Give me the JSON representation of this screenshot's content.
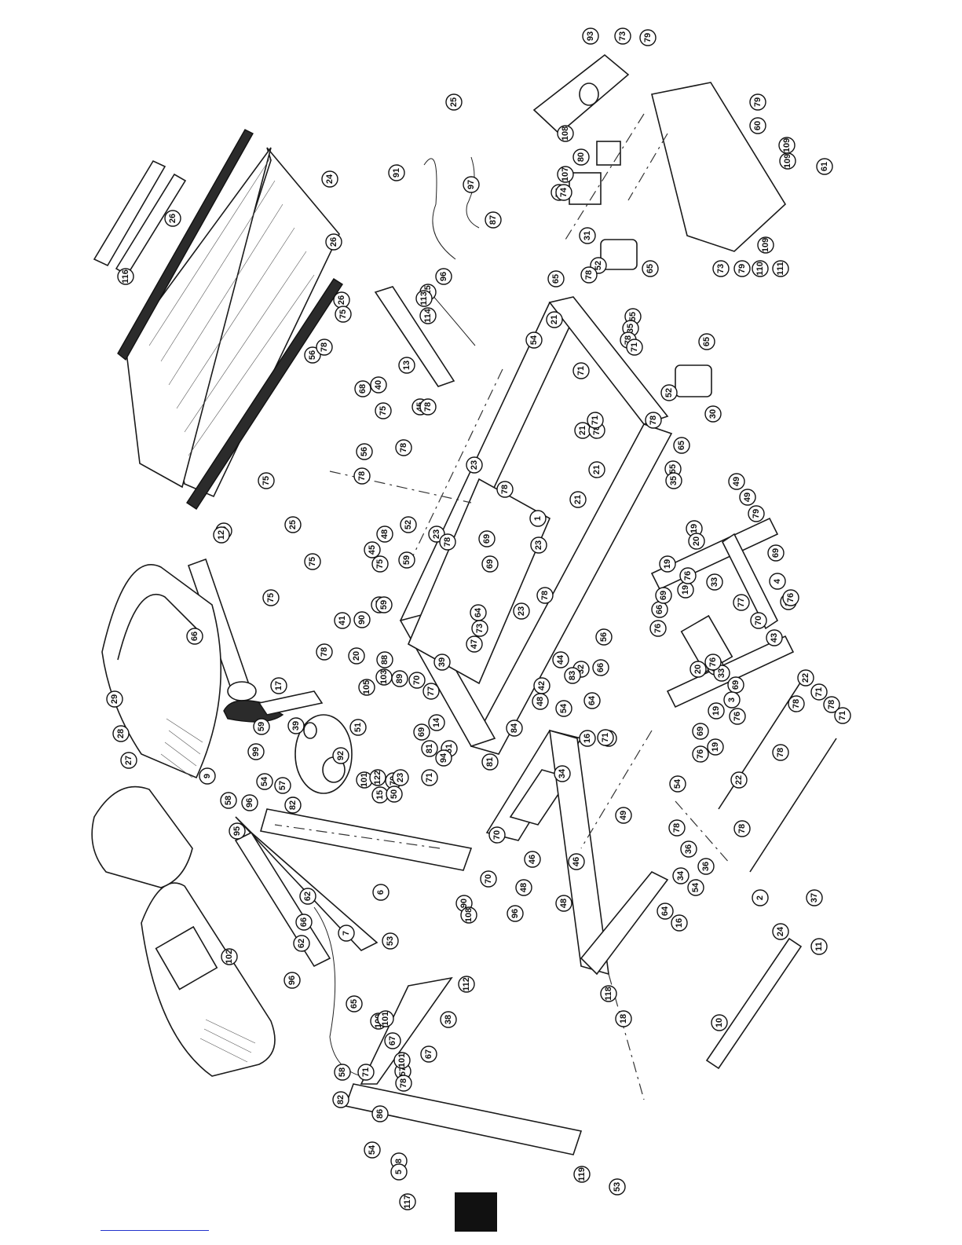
{
  "diagram": {
    "type": "exploded-parts-diagram",
    "orientation": "rotated-90-clockwise",
    "callouts": [
      "93",
      "73",
      "79",
      "79",
      "60",
      "109",
      "74",
      "108",
      "80",
      "109",
      "61",
      "74",
      "107",
      "73",
      "79",
      "110",
      "109",
      "111",
      "25",
      "91",
      "87",
      "97",
      "24",
      "26",
      "116",
      "26",
      "31",
      "52",
      "78",
      "65",
      "65",
      "96",
      "115",
      "114",
      "113",
      "13",
      "75",
      "56",
      "78",
      "68",
      "40",
      "75",
      "45",
      "78",
      "56",
      "78",
      "21",
      "54",
      "55",
      "35",
      "78",
      "71",
      "71",
      "21",
      "78",
      "52",
      "30",
      "65",
      "71",
      "65",
      "78",
      "21",
      "55",
      "35",
      "23",
      "78",
      "1",
      "21",
      "75",
      "75",
      "25",
      "75",
      "78",
      "45",
      "48",
      "52",
      "59",
      "23",
      "78",
      "69",
      "69",
      "23",
      "23",
      "78",
      "78",
      "75",
      "45",
      "75",
      "12",
      "66",
      "29",
      "28",
      "27",
      "17",
      "39",
      "26",
      "41",
      "90",
      "105",
      "59",
      "64",
      "73",
      "47",
      "39",
      "20",
      "103",
      "88",
      "89",
      "70",
      "77",
      "44",
      "32",
      "56",
      "66",
      "66",
      "69",
      "76",
      "19",
      "19",
      "76",
      "69",
      "4",
      "19",
      "76",
      "49",
      "49",
      "79",
      "19",
      "20",
      "33",
      "77",
      "70",
      "43",
      "85",
      "20",
      "33",
      "69",
      "76",
      "3",
      "76",
      "69",
      "19",
      "19",
      "76",
      "69",
      "14",
      "81",
      "51",
      "51",
      "92",
      "84",
      "94",
      "81",
      "59",
      "99",
      "9",
      "58",
      "54",
      "57",
      "82",
      "96",
      "95",
      "101",
      "122",
      "70",
      "23",
      "15",
      "50",
      "71",
      "78",
      "42",
      "83",
      "48",
      "54",
      "16",
      "64",
      "71",
      "78",
      "22",
      "71",
      "78",
      "71",
      "78",
      "22",
      "78",
      "78",
      "2",
      "54",
      "49",
      "34",
      "36",
      "36",
      "54",
      "16",
      "64",
      "34",
      "46",
      "46",
      "48",
      "48",
      "6",
      "90",
      "108",
      "96",
      "70",
      "70",
      "37",
      "24",
      "11",
      "18",
      "118",
      "10",
      "67",
      "62",
      "66",
      "62",
      "96",
      "102",
      "53",
      "7",
      "65",
      "100",
      "101",
      "112",
      "38",
      "67",
      "57",
      "58",
      "71",
      "78",
      "82",
      "101",
      "86",
      "8",
      "54",
      "5",
      "117",
      "119",
      "53"
    ],
    "page_marker": "",
    "footer_link": ""
  }
}
